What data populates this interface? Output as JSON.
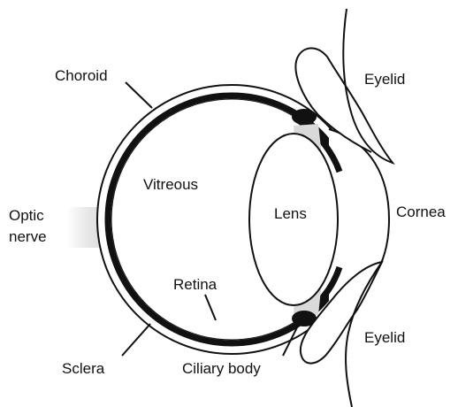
{
  "labels": {
    "choroid": "Choroid",
    "eyelid_top": "Eyelid",
    "vitreous": "Vitreous",
    "lens": "Lens",
    "cornea": "Cornea",
    "optic_line1": "Optic",
    "optic_line2": "nerve",
    "retina": "Retina",
    "eyelid_bottom": "Eyelid",
    "sclera": "Sclera",
    "ciliary_body": "Ciliary body"
  },
  "colors": {
    "outline": "#111111",
    "fill": "#ffffff",
    "shade": "#d9d9d9",
    "text": "#111111"
  }
}
